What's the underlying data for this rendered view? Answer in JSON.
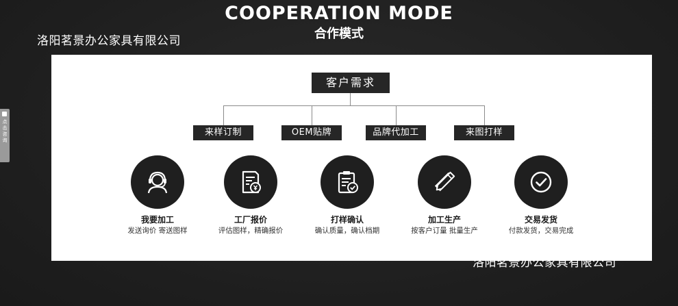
{
  "header": {
    "title_en": "COOPERATION MODE",
    "title_zh": "合作模式"
  },
  "watermark": {
    "top": "洛阳茗景办公家具有限公司",
    "bottom": "洛阳茗景办公家具有限公司"
  },
  "side_tab": {
    "label": "点击咨询"
  },
  "diagram": {
    "root": "客户需求",
    "methods": [
      "来样订制",
      "OEM贴牌",
      "品牌代加工",
      "来图打样"
    ],
    "steps": [
      {
        "title": "我要加工",
        "desc": "发送询价 寄送图样",
        "icon": "headset-agent-icon"
      },
      {
        "title": "工厂报价",
        "desc": "评估图样，精确报价",
        "icon": "price-document-icon"
      },
      {
        "title": "打样确认",
        "desc": "确认质量，确认档期",
        "icon": "clipboard-check-icon"
      },
      {
        "title": "加工生产",
        "desc": "按客户订量 批量生产",
        "icon": "pencil-ruler-icon"
      },
      {
        "title": "交易发货",
        "desc": "付款发货，交易完成",
        "icon": "check-circle-icon"
      }
    ]
  },
  "colors": {
    "background": "#212121",
    "panel": "#ffffff",
    "box": "#262626",
    "connector": "#8a8a8a"
  }
}
